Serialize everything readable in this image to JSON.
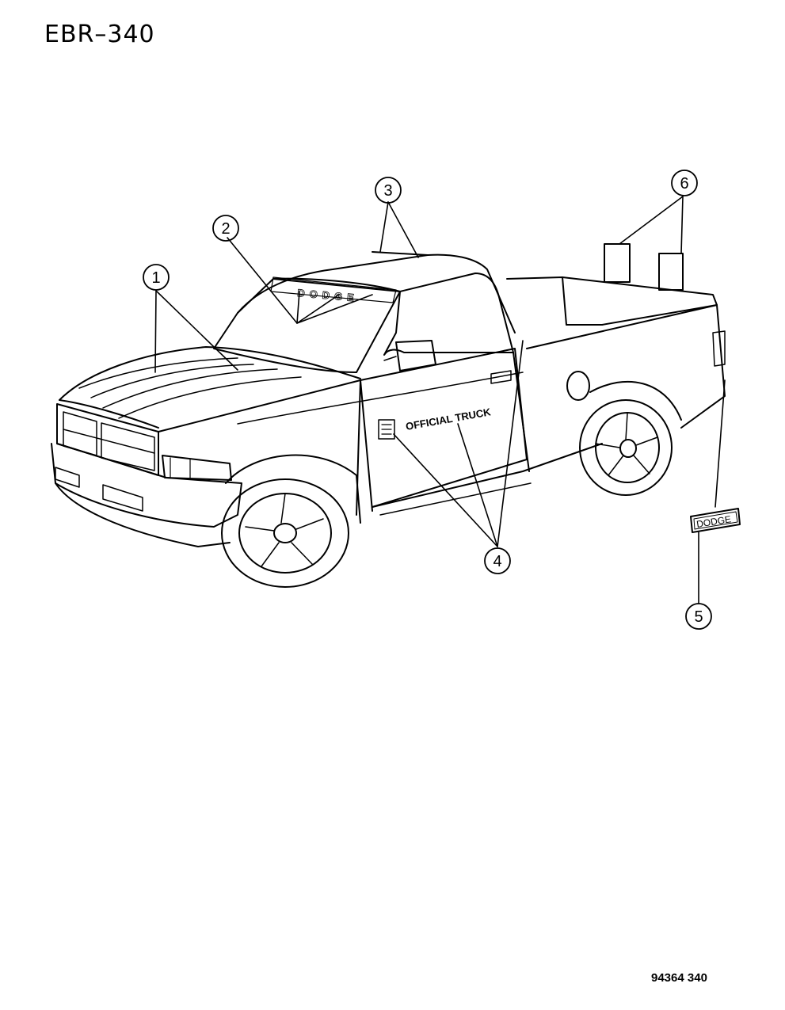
{
  "header": {
    "code": "EBR–340"
  },
  "footer": {
    "figure_number": "94364 340"
  },
  "decals": {
    "door_title": "OFFICIAL TRUCK",
    "windshield_text": "DODGE",
    "tailgate_badge": "DODGE"
  },
  "callouts": [
    {
      "label": "1"
    },
    {
      "label": "2"
    },
    {
      "label": "3"
    },
    {
      "label": "4"
    },
    {
      "label": "5"
    },
    {
      "label": "6"
    }
  ]
}
